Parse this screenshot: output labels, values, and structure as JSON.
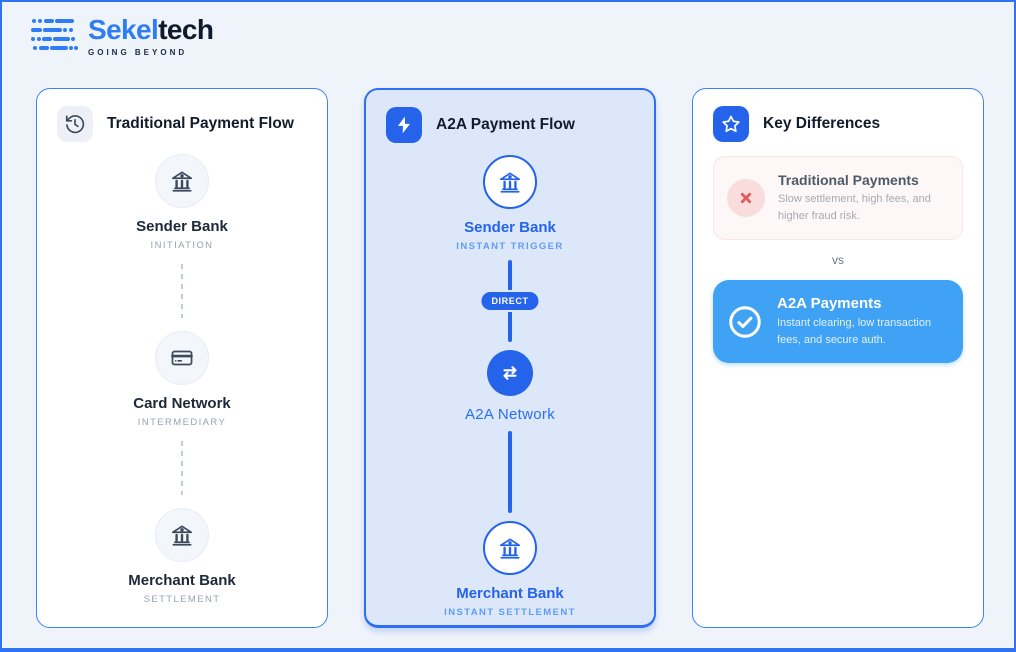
{
  "brand": {
    "name_primary": "Sekel",
    "name_secondary": "tech",
    "tagline": "GOING BEYOND",
    "logo_icon": "morse-dashes-icon"
  },
  "cards": {
    "traditional": {
      "title": "Traditional Payment Flow",
      "header_icon": "history-icon",
      "nodes": [
        {
          "label": "Sender Bank",
          "sublabel": "INITIATION",
          "icon": "bank-icon"
        },
        {
          "label": "Card Network",
          "sublabel": "INTERMEDIARY",
          "icon": "credit-card-icon"
        },
        {
          "label": "Merchant Bank",
          "sublabel": "SETTLEMENT",
          "icon": "bank-icon"
        }
      ]
    },
    "a2a": {
      "title": "A2A Payment Flow",
      "header_icon": "lightning-icon",
      "connector_badge": "DIRECT",
      "nodes": [
        {
          "label": "Sender Bank",
          "sublabel": "INSTANT TRIGGER",
          "icon": "bank-icon"
        },
        {
          "label": "A2A Network",
          "sublabel": "",
          "icon": "swap-arrows-icon"
        },
        {
          "label": "Merchant Bank",
          "sublabel": "INSTANT SETTLEMENT",
          "icon": "bank-icon"
        }
      ]
    },
    "differences": {
      "title": "Key Differences",
      "header_icon": "star-icon",
      "vs_label": "vs",
      "traditional": {
        "icon": "x-circle-icon",
        "title": "Traditional Payments",
        "description": "Slow settlement, high fees, and higher fraud risk."
      },
      "a2a": {
        "icon": "check-circle-icon",
        "title": "A2A Payments",
        "description": "Instant clearing, low transaction fees, and secure auth."
      }
    }
  },
  "colors": {
    "accent": "#2563eb",
    "accent_light": "#3b82f6",
    "a2a_card_bg": "#dce8f9",
    "page_bg": "#eff3fa",
    "danger": "#df5d5d",
    "danger_bg": "#fdf6f6",
    "highlight_bg": "#3fa2f4",
    "text_dark": "#1d2939",
    "text_muted": "#98a2b3"
  }
}
